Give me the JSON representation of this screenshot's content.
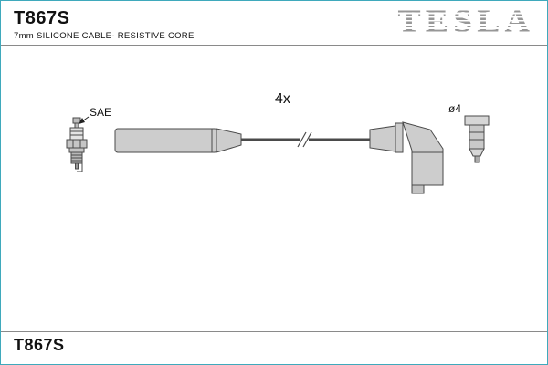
{
  "header": {
    "part_number": "T867S",
    "subtitle": "7mm SILICONE CABLE- RESISTIVE CORE",
    "brand": "TESLA"
  },
  "diagram": {
    "labels": {
      "sae": "SAE",
      "quantity": "4x",
      "diameter": "ø4"
    }
  },
  "footer": {
    "part_number": "T867S"
  },
  "colors": {
    "page_border": "#3fa9bc",
    "logo_gray": "#979797",
    "rule_gray": "#8a8a8a",
    "drawing_fill": "#cdcdcd",
    "drawing_stroke": "#4a4a4a"
  }
}
